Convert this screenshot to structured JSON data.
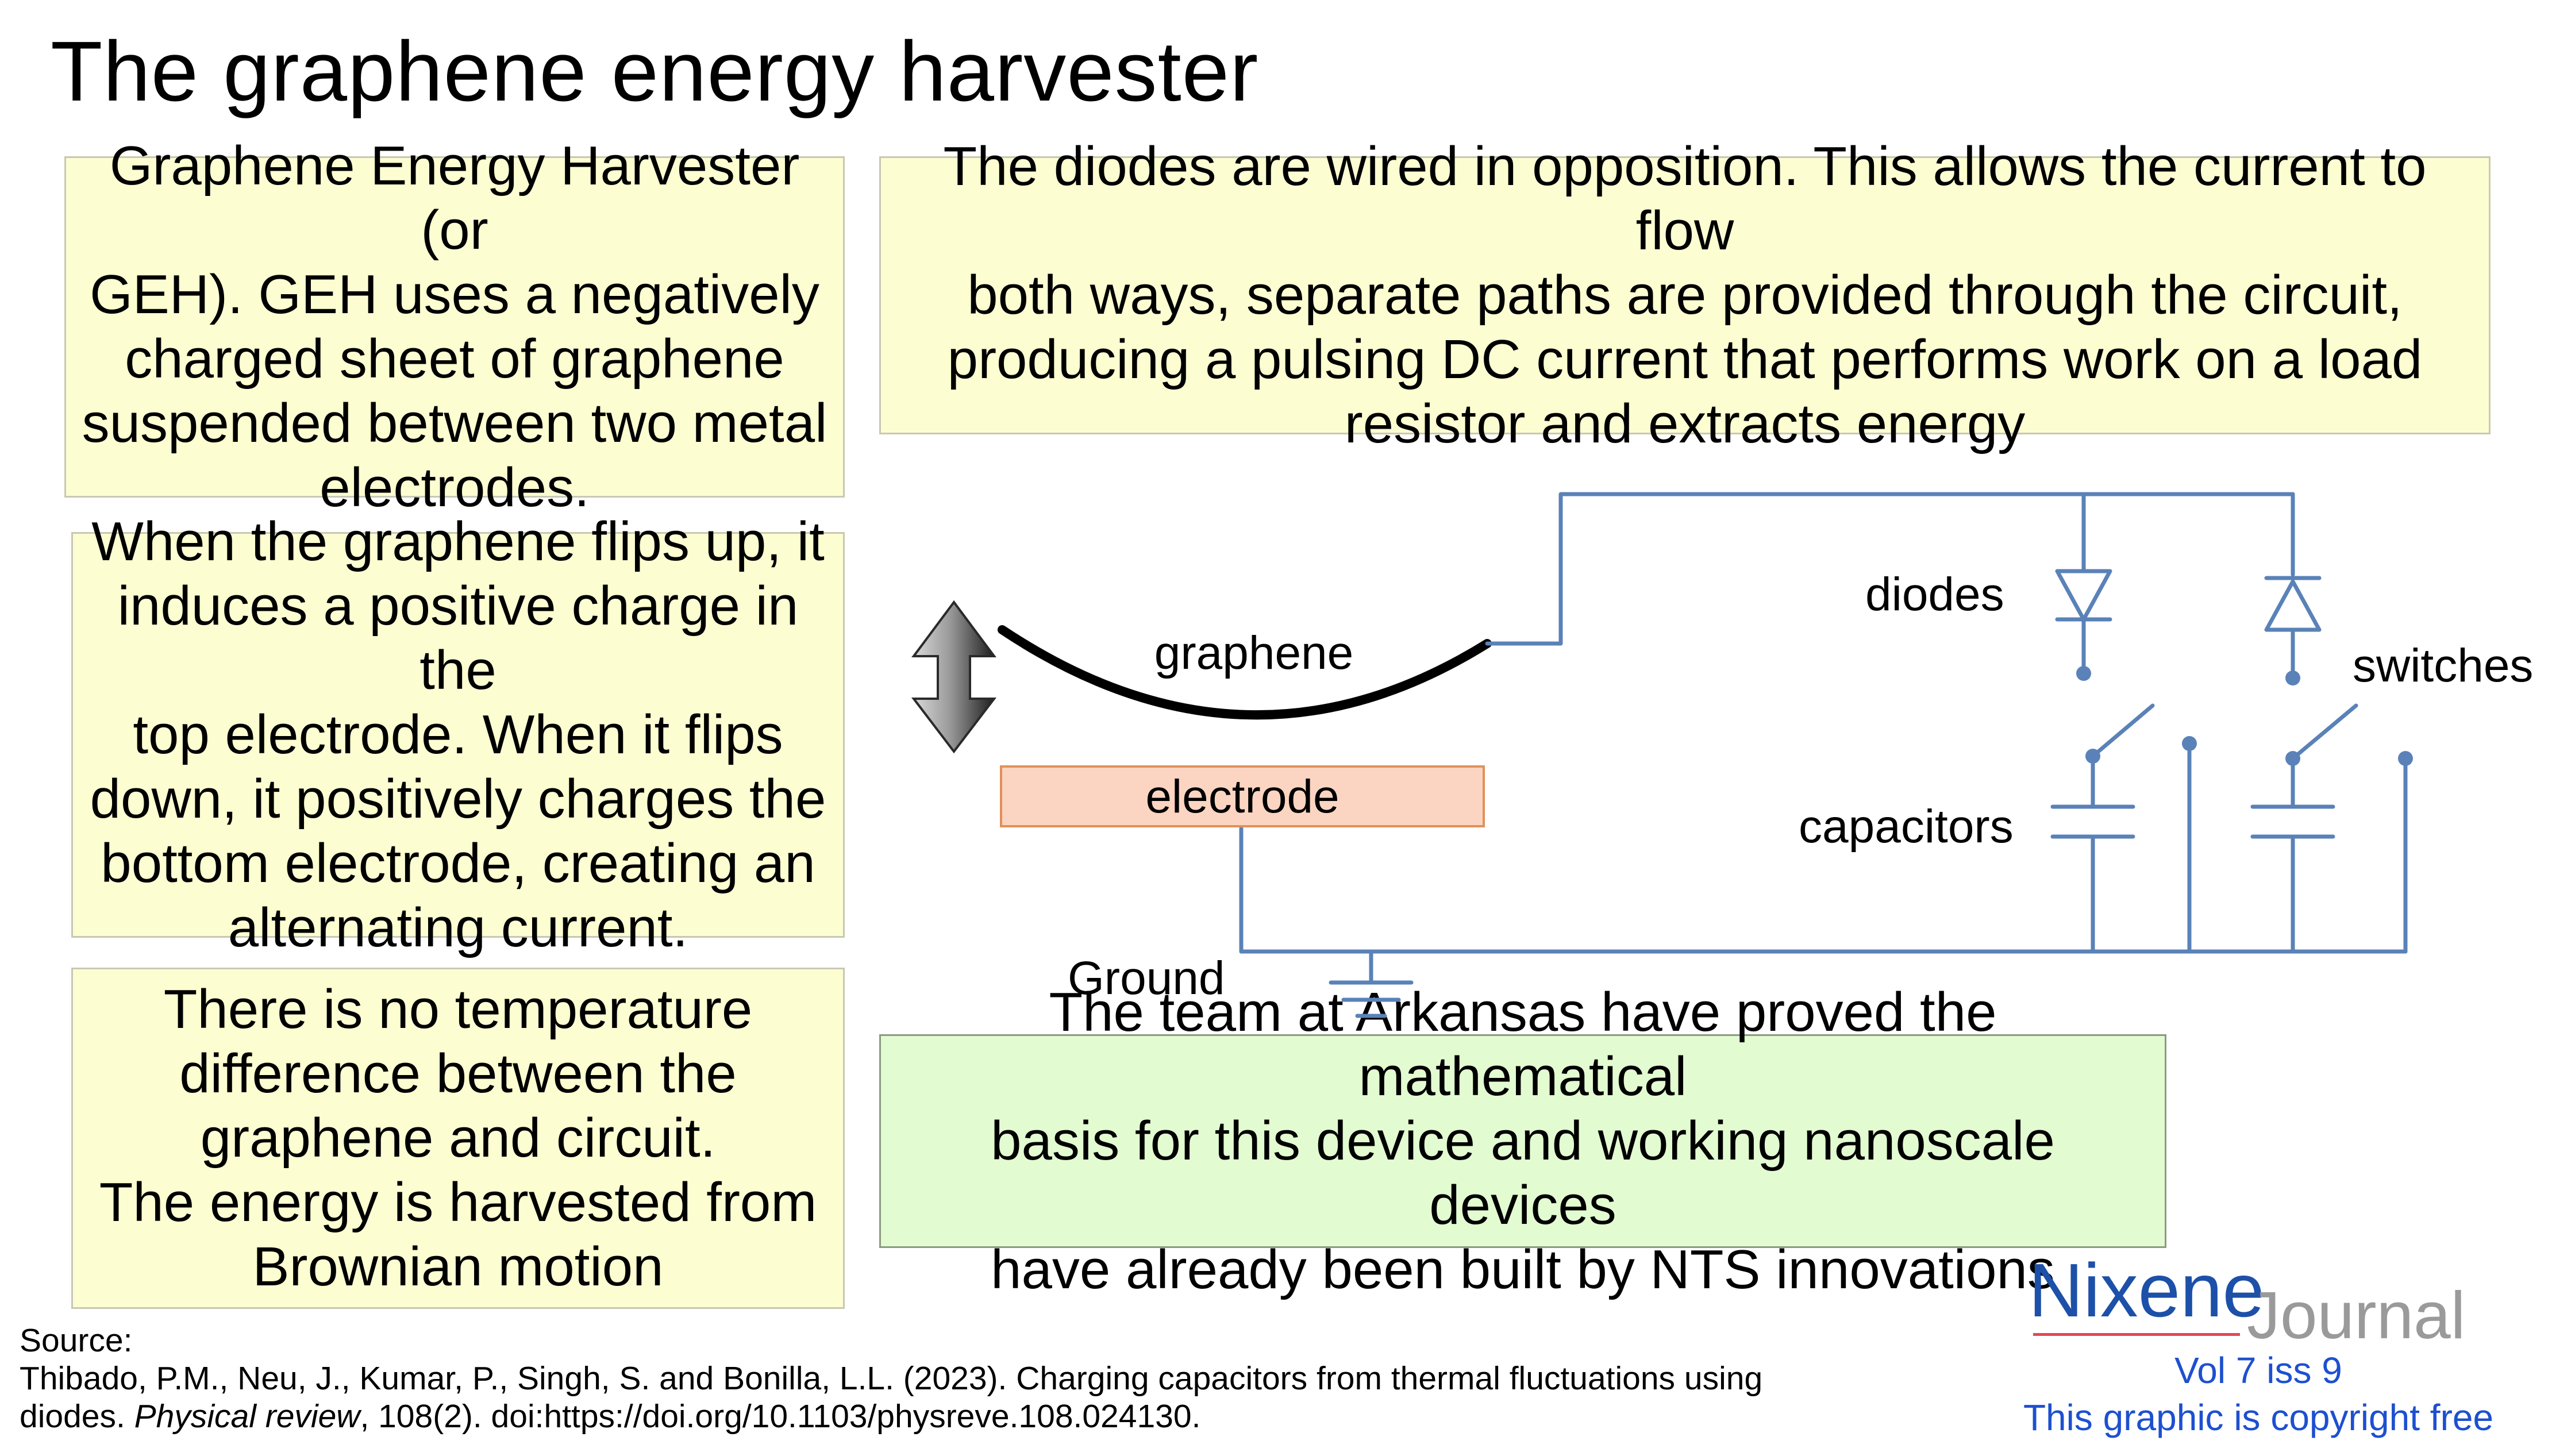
{
  "title": "The graphene energy harvester",
  "boxes": {
    "geh_intro": "Graphene Energy Harvester (or\nGEH). GEH uses a negatively\ncharged sheet of graphene\nsuspended between two metal\nelectrodes.",
    "flip": "When the graphene flips up, it\ninduces a positive charge in the\ntop electrode. When it flips\ndown, it positively charges the\nbottom electrode, creating an\nalternating current.",
    "brownian": "There is no temperature\ndifference between the\ngraphene and circuit.\nThe energy is harvested from\nBrownian motion",
    "diodes_explain": "The diodes are wired in opposition. This allows the current to flow\nboth ways, separate paths are provided through the circuit,\nproducing a pulsing DC current that performs work on a load\nresistor and extracts energy",
    "arkansas": "The team at Arkansas have proved the mathematical\nbasis for this device and working nanoscale devices\nhave already been built by NTS innovations"
  },
  "diagram": {
    "graphene_label": "graphene",
    "electrode_label": "electrode",
    "ground_label": "Ground",
    "diodes_label": "diodes",
    "switches_label": "switches",
    "capacitors_label": "capacitors",
    "colors": {
      "wire": "#5a82b8",
      "electrode_fill": "#fcd5c2",
      "electrode_stroke": "#e0905a",
      "graphene": "#000000"
    }
  },
  "source": {
    "heading": "Source:",
    "line1": "Thibado, P.M., Neu, J., Kumar, P., Singh, S. and Bonilla, L.L. (2023). Charging capacitors from thermal fluctuations using",
    "line2_pre": "diodes. ",
    "journal": "Physical review",
    "line2_post": ", 108(2). doi:https://doi.org/10.1103/physreve.108.024130."
  },
  "logo": {
    "nixene": "Nixene",
    "journal": "Journal"
  },
  "footer": {
    "volume": "Vol 7 iss 9",
    "copyright": "This graphic is copyright free"
  }
}
